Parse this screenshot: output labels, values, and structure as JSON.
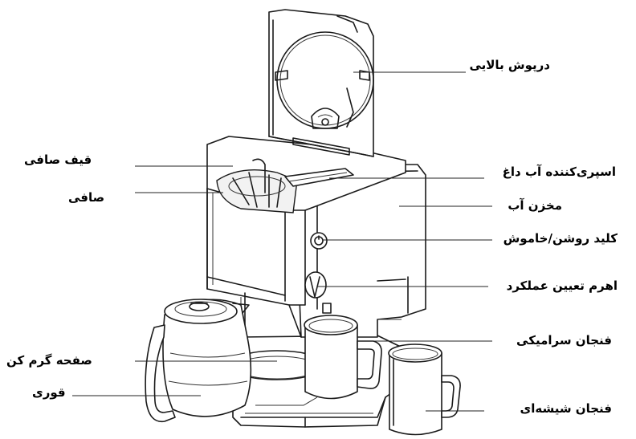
{
  "labels": {
    "top_lid": "درپوش بالایی",
    "filter_funnel": "قیف صافی",
    "filter": "صافی",
    "steam_sprayer": "اسپری‌کننده آب داغ",
    "water_tank": "مخزن آب",
    "power_switch": "کلید روشن/خاموش",
    "function_lever": "اهرم تعیین عملکرد",
    "warming_plate": "صفحه گرم کن",
    "ceramic_cup": "فنجان سرامیکی",
    "teapot": "قوری",
    "glass_cup": "فنجان شیشه‌ای"
  }
}
